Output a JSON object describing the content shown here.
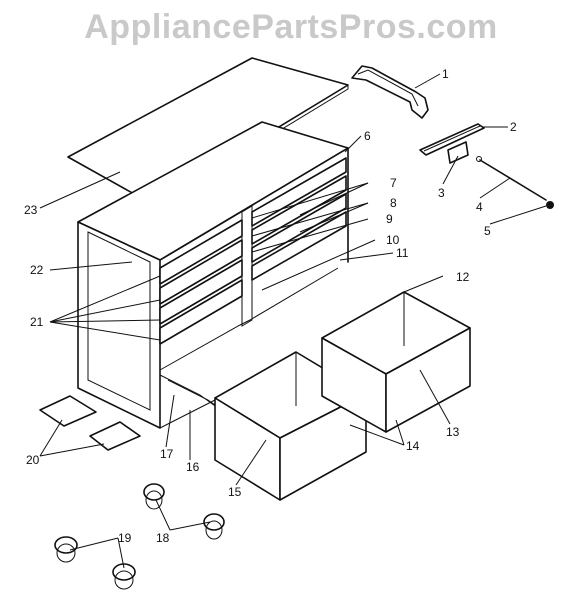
{
  "watermark": "AppliancePartsPros.com",
  "callouts": [
    {
      "id": "c1",
      "text": "1"
    },
    {
      "id": "c2",
      "text": "2"
    },
    {
      "id": "c3",
      "text": "3"
    },
    {
      "id": "c4",
      "text": "4"
    },
    {
      "id": "c5",
      "text": "5"
    },
    {
      "id": "c6",
      "text": "6"
    },
    {
      "id": "c7",
      "text": "7"
    },
    {
      "id": "c8",
      "text": "8"
    },
    {
      "id": "c9",
      "text": "9"
    },
    {
      "id": "c10",
      "text": "10"
    },
    {
      "id": "c11",
      "text": "11"
    },
    {
      "id": "c12",
      "text": "12"
    },
    {
      "id": "c13",
      "text": "13"
    },
    {
      "id": "c14",
      "text": "14"
    },
    {
      "id": "c15",
      "text": "15"
    },
    {
      "id": "c16",
      "text": "16"
    },
    {
      "id": "c17",
      "text": "17"
    },
    {
      "id": "c18",
      "text": "18"
    },
    {
      "id": "c19",
      "text": "19"
    },
    {
      "id": "c20",
      "text": "20"
    },
    {
      "id": "c21",
      "text": "21"
    },
    {
      "id": "c22",
      "text": "22"
    },
    {
      "id": "c23",
      "text": "23"
    }
  ]
}
